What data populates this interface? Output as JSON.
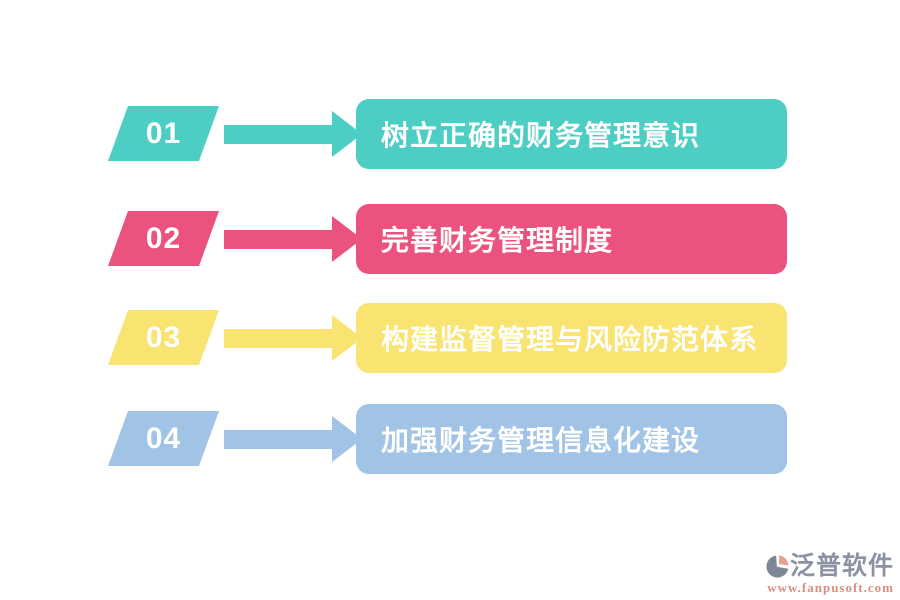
{
  "steps": [
    {
      "number": "01",
      "label": "树立正确的财务管理意识",
      "color": "#4DCEC5"
    },
    {
      "number": "02",
      "label": "完善财务管理制度",
      "color": "#EB527D"
    },
    {
      "number": "03",
      "label": "构建监督管理与风险防范体系",
      "color": "#F9E371"
    },
    {
      "number": "04",
      "label": "加强财务管理信息化建设",
      "color": "#A0C3E6"
    }
  ],
  "watermark": {
    "brand": "泛普软件",
    "url": "www.fanpusoft.com",
    "brand_color": "#8A92A3",
    "url_color": "#DB8E80",
    "logo_gray": "#7E8798",
    "logo_salmon": "#E3A18F"
  }
}
